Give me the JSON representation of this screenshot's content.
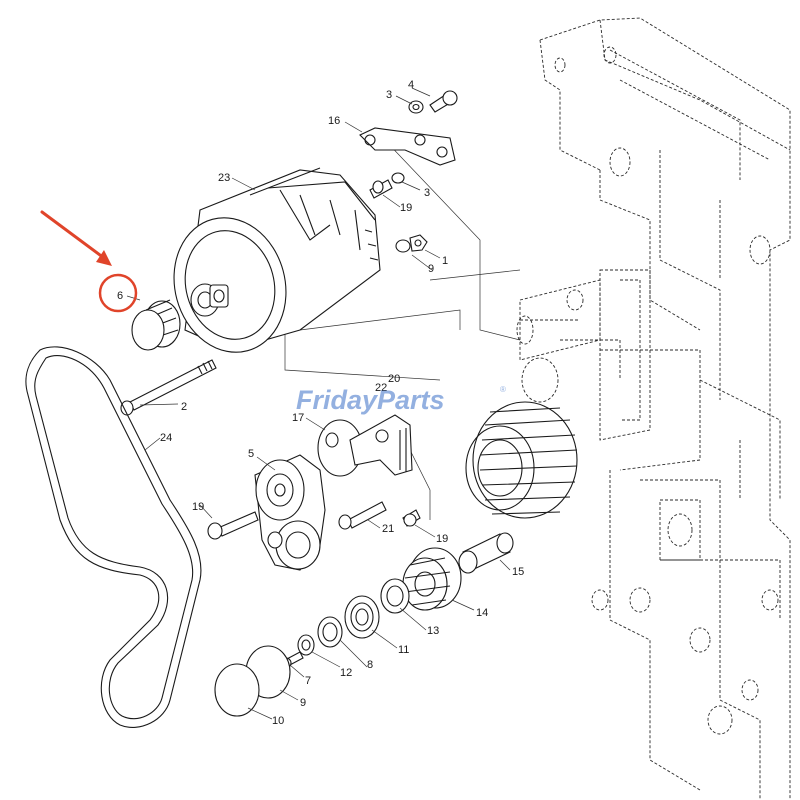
{
  "watermark": {
    "brand": "FridayParts",
    "trademark": "®",
    "color": "#3b6fc6"
  },
  "highlight": {
    "part": "6",
    "color": "#e0442a"
  },
  "callouts": {
    "c1": "1",
    "c2": "2",
    "c3": "3",
    "c3b": "3",
    "c4": "4",
    "c5": "5",
    "c6": "6",
    "c7": "7",
    "c8": "8",
    "c9": "9",
    "c10": "10",
    "c11": "11",
    "c12": "12",
    "c13": "13",
    "c14": "14",
    "c15": "15",
    "c16": "16",
    "c17": "17",
    "c19a": "19",
    "c19b": "19",
    "c19c": "19",
    "c20": "20",
    "c21": "21",
    "c22": "22",
    "c23": "23",
    "c24": "24",
    "c9b": "9"
  },
  "icons": {
    "arrow": "red-arrow-icon",
    "circle": "red-circle-icon"
  }
}
